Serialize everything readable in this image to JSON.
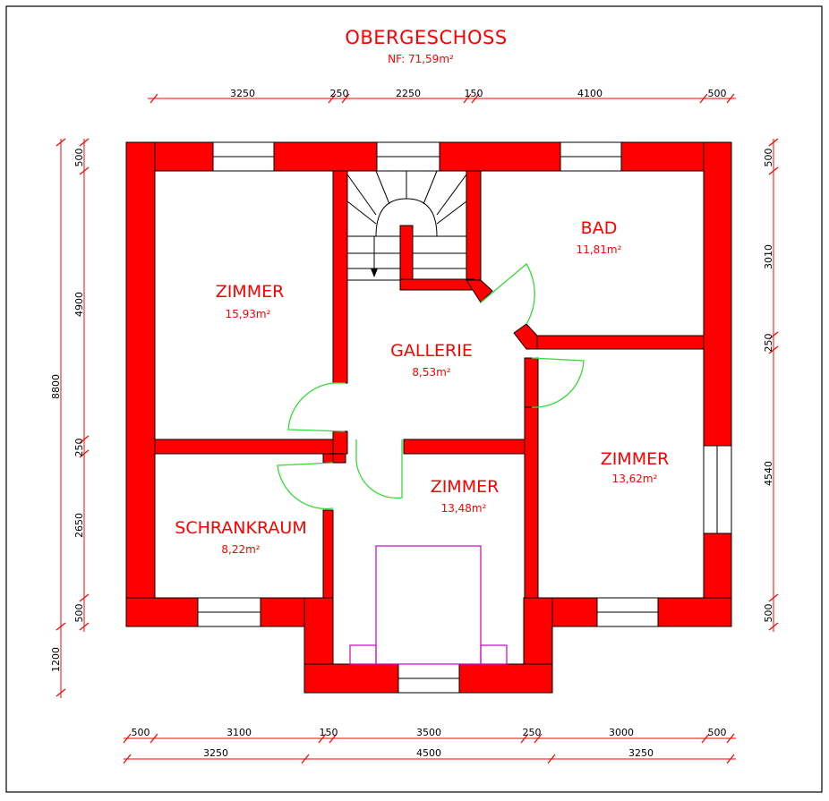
{
  "title": "OBERGESCHOSS",
  "subtitle": "NF: 71,59m²",
  "rooms": {
    "zimmer_nw": {
      "name": "ZIMMER",
      "area": "15,93m²"
    },
    "bad": {
      "name": "BAD",
      "area": "11,81m²"
    },
    "gallerie": {
      "name": "GALLERIE",
      "area": "8,53m²"
    },
    "zimmer_e": {
      "name": "ZIMMER",
      "area": "13,62m²"
    },
    "zimmer_s": {
      "name": "ZIMMER",
      "area": "13,48m²"
    },
    "schrankraum": {
      "name": "SCHRANKRAUM",
      "area": "8,22m²"
    }
  },
  "dimensions": {
    "top": [
      "3250",
      "250",
      "2250",
      "150",
      "4100",
      "500"
    ],
    "bottom_inner": [
      "500",
      "3100",
      "150",
      "3500",
      "250",
      "3000",
      "500"
    ],
    "bottom_outer": [
      "3250",
      "4500",
      "3250"
    ],
    "left_outer": [
      "8800",
      "1200"
    ],
    "left_inner": [
      "500",
      "4900",
      "250",
      "2650",
      "500"
    ],
    "right": [
      "500",
      "3010",
      "250",
      "4540",
      "500"
    ]
  }
}
